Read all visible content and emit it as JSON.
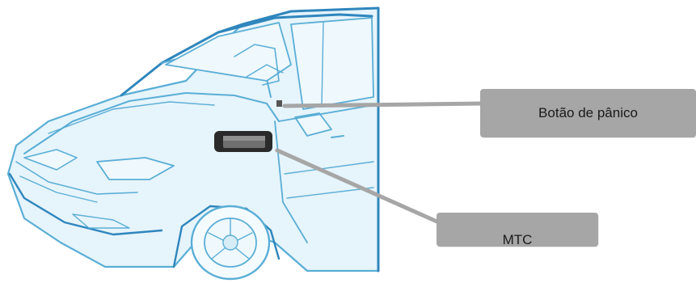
{
  "diagram": {
    "callouts": [
      {
        "id": "panic-button",
        "label": "Botão de pânico"
      },
      {
        "id": "mtc",
        "label": "MTC"
      }
    ]
  },
  "colors": {
    "car_fill": "#e6f4fb",
    "car_outline": "#5aaed6",
    "car_outline_dark": "#2f86bd",
    "device_fill": "#2a2a2a",
    "callout_fill": "#a6a6a6",
    "leader_line": "#a6a6a6"
  },
  "icons": {
    "vehicle": "car-illustration-icon",
    "device": "mtc-device-icon",
    "panic": "panic-button-icon"
  }
}
